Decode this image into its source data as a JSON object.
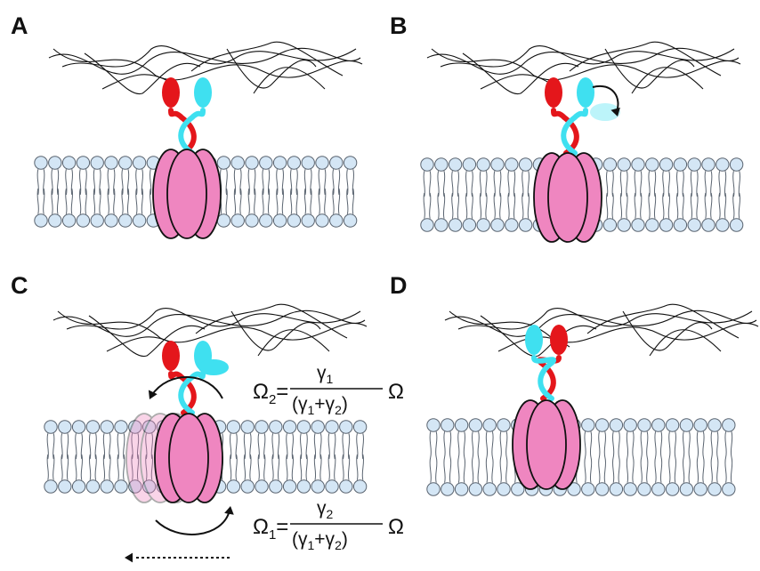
{
  "panels": [
    {
      "label": "A"
    },
    {
      "label": "B"
    },
    {
      "label": "C"
    },
    {
      "label": "D"
    }
  ],
  "equations": {
    "omega2": {
      "lhs": "Ω",
      "lhs_sub": "2",
      "num": "γ",
      "num_sub": "1",
      "den": "(γ",
      "den_sub1": "1",
      "den_mid": "+γ",
      "den_sub2": "2",
      "den_end": ")",
      "rhs": "Ω"
    },
    "omega1": {
      "lhs": "Ω",
      "lhs_sub": "1",
      "num": "γ",
      "num_sub": "2",
      "den": "(γ",
      "den_sub1": "1",
      "den_mid": "+γ",
      "den_sub2": "2",
      "den_end": ")",
      "rhs": "Ω"
    }
  },
  "colors": {
    "membrane_head": "#d4e6f5",
    "membrane_stroke": "#5a6470",
    "channel": "#ef86c0",
    "red_strand": "#e4161b",
    "cyan_strand": "#3fe0f0",
    "fiber": "#111111"
  }
}
